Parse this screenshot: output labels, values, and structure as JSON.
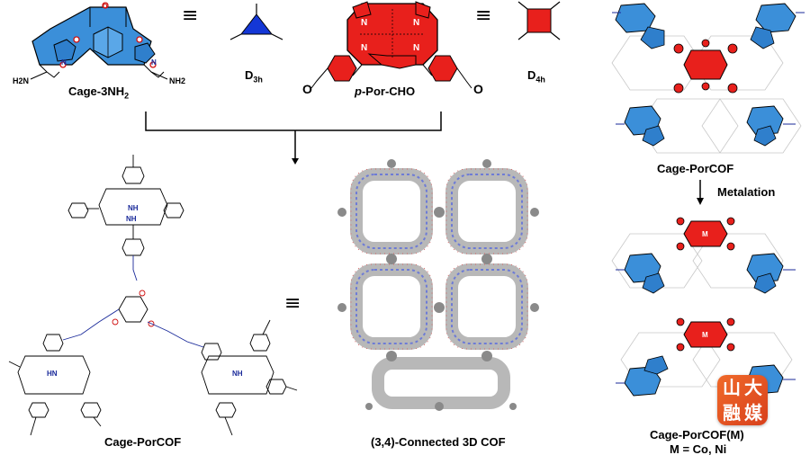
{
  "labels": {
    "cage": "Cage-3NH",
    "cage_sub": "2",
    "d3h_main": "D",
    "d3h_sub": "3h",
    "porcho_prefix": "p",
    "porcho_rest": "-Por-CHO",
    "d4h_main": "D",
    "d4h_sub": "4h",
    "equiv": "≡",
    "cage_porcof_left": "Cage-PorCOF",
    "connected": "(3,4)-Connected 3D COF",
    "cage_porcof_right": "Cage-PorCOF",
    "metalation": "Metalation",
    "cage_porcof_m": "Cage-PorCOF(M)",
    "m_line": "M = Co, Ni"
  },
  "atoms": {
    "n": "N",
    "o": "O",
    "h2n": "H2N",
    "nh2": "NH2",
    "nh": "NH",
    "hn": "HN",
    "m": "M"
  },
  "watermark": {
    "chars": [
      "山",
      "大",
      "融",
      "媒"
    ]
  },
  "colors": {
    "cage_blue": "#3b8fd9",
    "porphyrin_red": "#e8201c",
    "triangle_blue": "#1437d6",
    "framework_gray": "#b8b8b8",
    "bond_navy": "#1a2a9a",
    "oxygen_red": "#d01010",
    "watermark_orange": "#e8551f"
  }
}
